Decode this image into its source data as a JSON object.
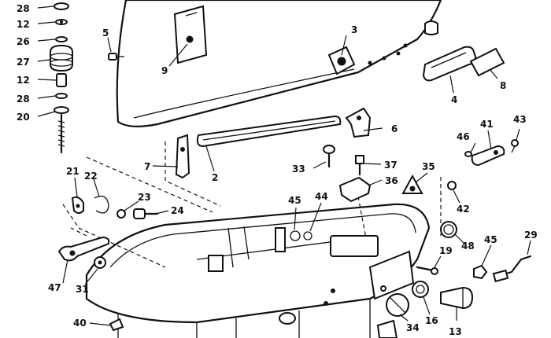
{
  "labels": [
    {
      "id": "l28a",
      "text": "28"
    },
    {
      "id": "l12a",
      "text": "12"
    },
    {
      "id": "l26",
      "text": "26"
    },
    {
      "id": "l27",
      "text": "27"
    },
    {
      "id": "l12b",
      "text": "12"
    },
    {
      "id": "l28b",
      "text": "28"
    },
    {
      "id": "l20",
      "text": "20"
    },
    {
      "id": "l5",
      "text": "5"
    },
    {
      "id": "l9",
      "text": "9"
    },
    {
      "id": "l3",
      "text": "3"
    },
    {
      "id": "l4",
      "text": "4"
    },
    {
      "id": "l8",
      "text": "8"
    },
    {
      "id": "l6",
      "text": "6"
    },
    {
      "id": "l7",
      "text": "7"
    },
    {
      "id": "l2",
      "text": "2"
    },
    {
      "id": "l33",
      "text": "33"
    },
    {
      "id": "l37",
      "text": "37"
    },
    {
      "id": "l36",
      "text": "36"
    },
    {
      "id": "l35",
      "text": "35"
    },
    {
      "id": "l46",
      "text": "46"
    },
    {
      "id": "l41",
      "text": "41"
    },
    {
      "id": "l43",
      "text": "43"
    },
    {
      "id": "l21",
      "text": "21"
    },
    {
      "id": "l22",
      "text": "22"
    },
    {
      "id": "l23",
      "text": "23"
    },
    {
      "id": "l24",
      "text": "24"
    },
    {
      "id": "l45a",
      "text": "45"
    },
    {
      "id": "l44",
      "text": "44"
    },
    {
      "id": "l42",
      "text": "42"
    },
    {
      "id": "l48",
      "text": "48"
    },
    {
      "id": "l45b",
      "text": "45"
    },
    {
      "id": "l29",
      "text": "29"
    },
    {
      "id": "l19",
      "text": "19"
    },
    {
      "id": "l47",
      "text": "47"
    },
    {
      "id": "l31",
      "text": "31"
    },
    {
      "id": "l40",
      "text": "40"
    },
    {
      "id": "l34",
      "text": "34"
    },
    {
      "id": "l16",
      "text": "16"
    },
    {
      "id": "l13",
      "text": "13"
    }
  ]
}
